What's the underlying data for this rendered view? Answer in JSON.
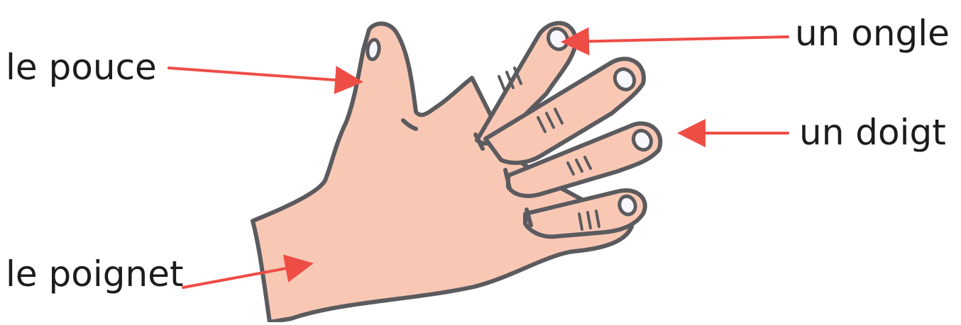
{
  "labels": {
    "thumb": "le pouce",
    "wrist": "le poignet",
    "nail": "un ongle",
    "finger": "un doigt"
  },
  "colors": {
    "skin": "#f9c8b4",
    "outline": "#5b5b5f",
    "nail": "#f7f6fb",
    "arrow": "#ee4d45",
    "text": "#1c1c1c"
  }
}
